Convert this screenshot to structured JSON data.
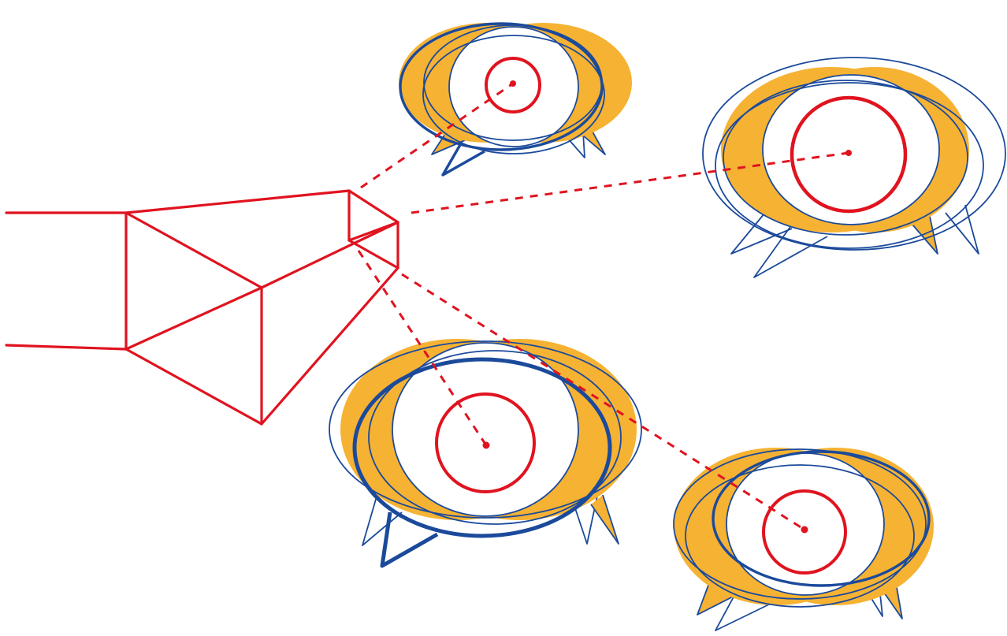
{
  "colors": {
    "background": "#ffffff",
    "projector_red": "#e0131f",
    "bubble_blue": "#1b4a9b",
    "bubble_orange": "#f6b233"
  },
  "icons": {
    "projector": "projector-outline-icon",
    "speech_bubble": "speech-bubble-icon",
    "target": "target-circle-icon"
  },
  "bubble_groups": [
    {
      "name": "speech-bubble-group-top"
    },
    {
      "name": "speech-bubble-group-right"
    },
    {
      "name": "speech-bubble-group-bottom-center"
    },
    {
      "name": "speech-bubble-group-bottom-right"
    }
  ]
}
